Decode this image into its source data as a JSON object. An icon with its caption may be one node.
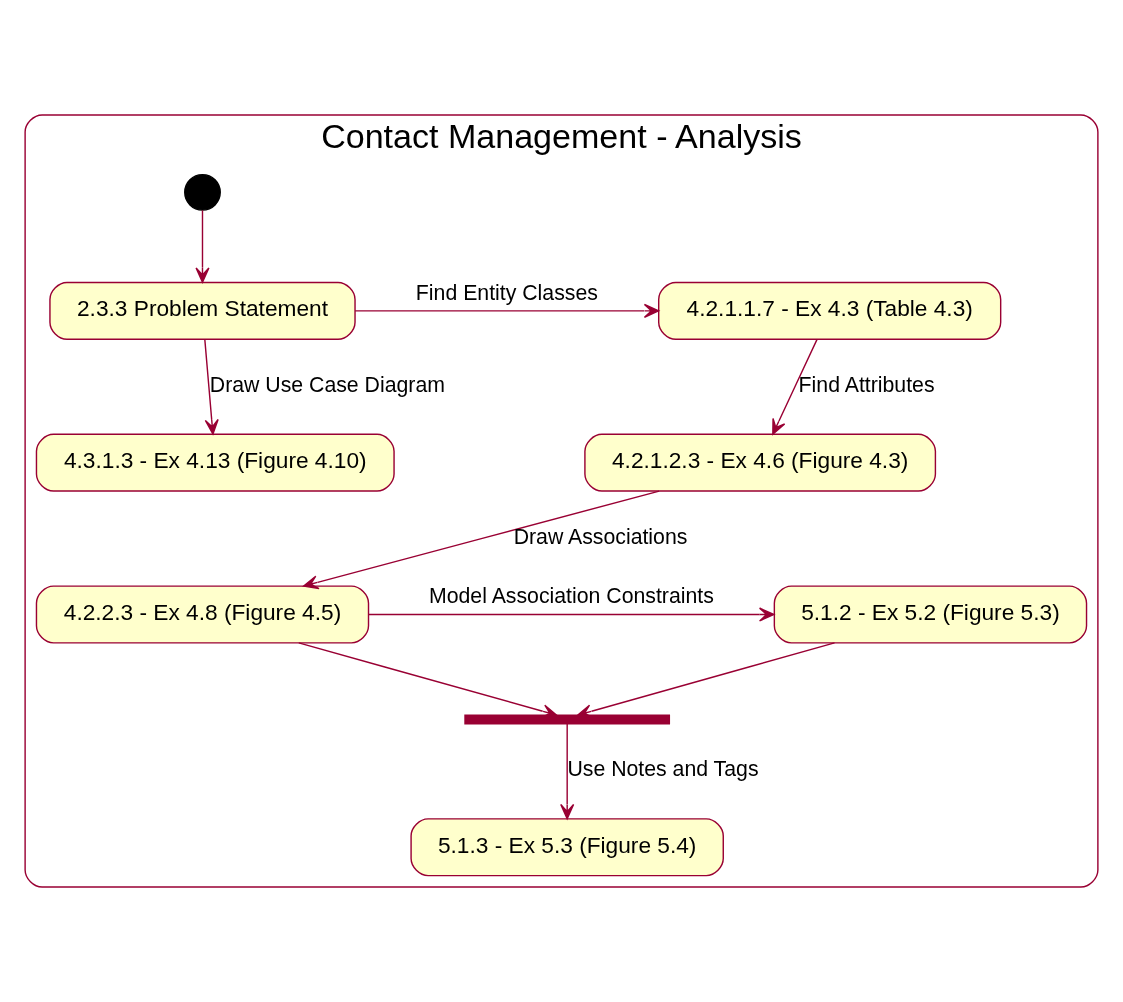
{
  "diagram": {
    "nodes": [
      {
        "text": [
          "Contact Management - Analysis"
        ]
      },
      {
        "text": [],
        "shape": "circle",
        "in": 0
      },
      {
        "text": [
          "2.3.3 Problem Statement"
        ],
        "in": 0
      },
      {
        "text": [
          "4.2.1.1.7 - Ex 4.3 (Table 4.3)"
        ],
        "in": 0
      },
      {
        "text": [
          "4.3.1.3 - Ex 4.13 (Figure 4.10)"
        ],
        "in": 0
      },
      {
        "text": [
          "4.2.1.2.3 - Ex 4.6 (Figure 4.3)"
        ],
        "in": 0
      },
      {
        "text": [
          "5.1.2 - Ex 5.2 (Figure 5.3)"
        ],
        "in": 0
      },
      {
        "text": [
          "4.2.2.3 - Ex 4.8 (Figure 4.5)"
        ],
        "in": 0
      },
      {
        "text": [],
        "shape": "bar",
        "in": 0
      },
      {
        "text": [
          "5.1.3 - Ex 5.3 (Figure 5.4)"
        ],
        "in": 0
      }
    ],
    "edges": [
      {
        "from": 1,
        "to": 2,
        "arrow": "to"
      },
      {
        "from": 2,
        "to": 3,
        "arrow": "to",
        "label": "Find Entity Classes"
      },
      {
        "from": 2,
        "to": 4,
        "arrow": "to",
        "label": "Draw Use Case Diagram"
      },
      {
        "from": 3,
        "to": 5,
        "arrow": "to",
        "label": "Find Attributes"
      },
      {
        "from": 5,
        "to": 7,
        "arrow": "to",
        "label": "Draw Associations"
      },
      {
        "from": 7,
        "to": 6,
        "arrow": "to",
        "label": "Model Association Constraints"
      },
      {
        "from": 6,
        "to": 8,
        "arrow": "to"
      },
      {
        "from": 7,
        "to": 8,
        "arrow": "to"
      },
      {
        "from": 8,
        "to": 9,
        "arrow": "to",
        "label": "Use Notes and Tags"
      }
    ]
  }
}
